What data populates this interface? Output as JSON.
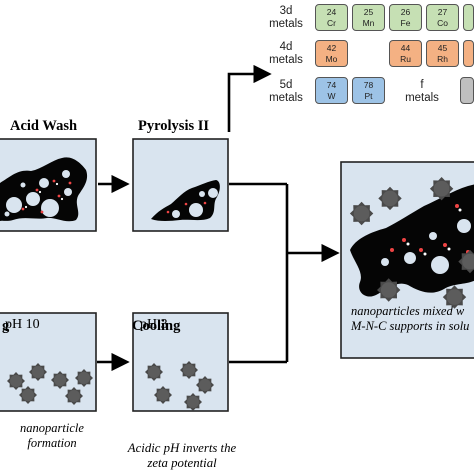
{
  "steps": {
    "acid_wash": "Acid Wash",
    "pyrolysis": "Pyrolysis II",
    "left_partial": "g",
    "cooling": "Cooling"
  },
  "boxes": {
    "ph10": "pH 10",
    "ph3": "pH 3"
  },
  "captions": {
    "nanoparticle_formation": [
      "nanoparticle",
      "formation"
    ],
    "acidic": [
      "Acidic pH inverts the",
      "zeta potential"
    ],
    "final": [
      "nanoparticles mixed w",
      "M-N-C supports in solu"
    ]
  },
  "periodic": {
    "row_labels": [
      [
        "3d",
        "metals"
      ],
      [
        "4d",
        "metals"
      ],
      [
        "5d",
        "metals"
      ],
      [
        "f",
        "metals"
      ]
    ],
    "colors": {
      "3d": "#c6e0b4",
      "4d": "#f4b183",
      "5d": "#9dc3e6",
      "f": "#bfbfbf"
    },
    "rows": [
      [
        {
          "n": "24",
          "s": "Cr"
        },
        {
          "n": "25",
          "s": "Mn"
        },
        {
          "n": "26",
          "s": "Fe"
        },
        {
          "n": "27",
          "s": "Co"
        },
        {
          "n": "",
          "s": ""
        }
      ],
      [
        {
          "n": "42",
          "s": "Mo"
        },
        {
          "n": "44",
          "s": "Ru"
        },
        {
          "n": "45",
          "s": "Rh"
        },
        {
          "n": "",
          "s": ""
        }
      ],
      [
        {
          "n": "74",
          "s": "W"
        },
        {
          "n": "78",
          "s": "Pt"
        }
      ]
    ]
  }
}
